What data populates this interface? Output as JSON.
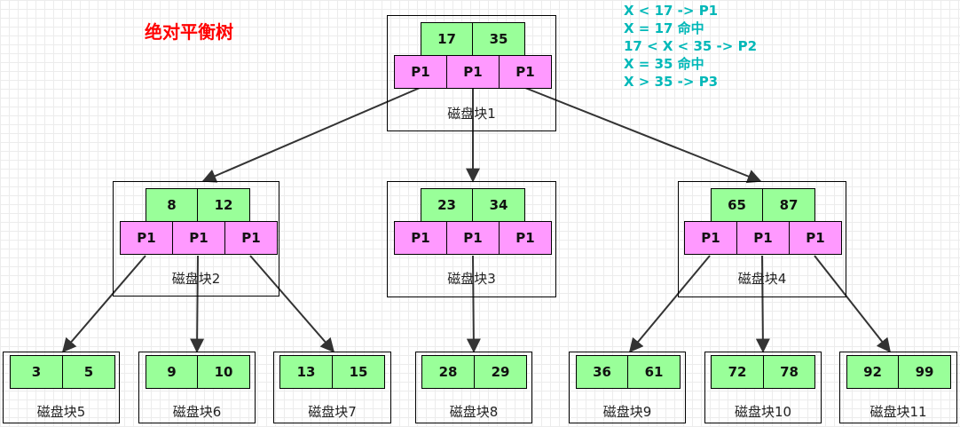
{
  "title": "绝对平衡树",
  "rules": [
    "X < 17 -> P1",
    "X = 17 命中",
    "17 < X < 35 -> P2",
    "X = 35 命中",
    "X > 35 -> P3"
  ],
  "root": {
    "label": "磁盘块1",
    "keys": [
      "17",
      "35"
    ],
    "pointers": [
      "P1",
      "P1",
      "P1"
    ]
  },
  "level2": [
    {
      "label": "磁盘块2",
      "keys": [
        "8",
        "12"
      ],
      "pointers": [
        "P1",
        "P1",
        "P1"
      ]
    },
    {
      "label": "磁盘块3",
      "keys": [
        "23",
        "34"
      ],
      "pointers": [
        "P1",
        "P1",
        "P1"
      ]
    },
    {
      "label": "磁盘块4",
      "keys": [
        "65",
        "87"
      ],
      "pointers": [
        "P1",
        "P1",
        "P1"
      ]
    }
  ],
  "leaves": [
    {
      "label": "磁盘块5",
      "keys": [
        "3",
        "5"
      ]
    },
    {
      "label": "磁盘块6",
      "keys": [
        "9",
        "10"
      ]
    },
    {
      "label": "磁盘块7",
      "keys": [
        "13",
        "15"
      ]
    },
    {
      "label": "磁盘块8",
      "keys": [
        "28",
        "29"
      ]
    },
    {
      "label": "磁盘块9",
      "keys": [
        "36",
        "61"
      ]
    },
    {
      "label": "磁盘块10",
      "keys": [
        "72",
        "78"
      ]
    },
    {
      "label": "磁盘块11",
      "keys": [
        "92",
        "99"
      ]
    }
  ]
}
